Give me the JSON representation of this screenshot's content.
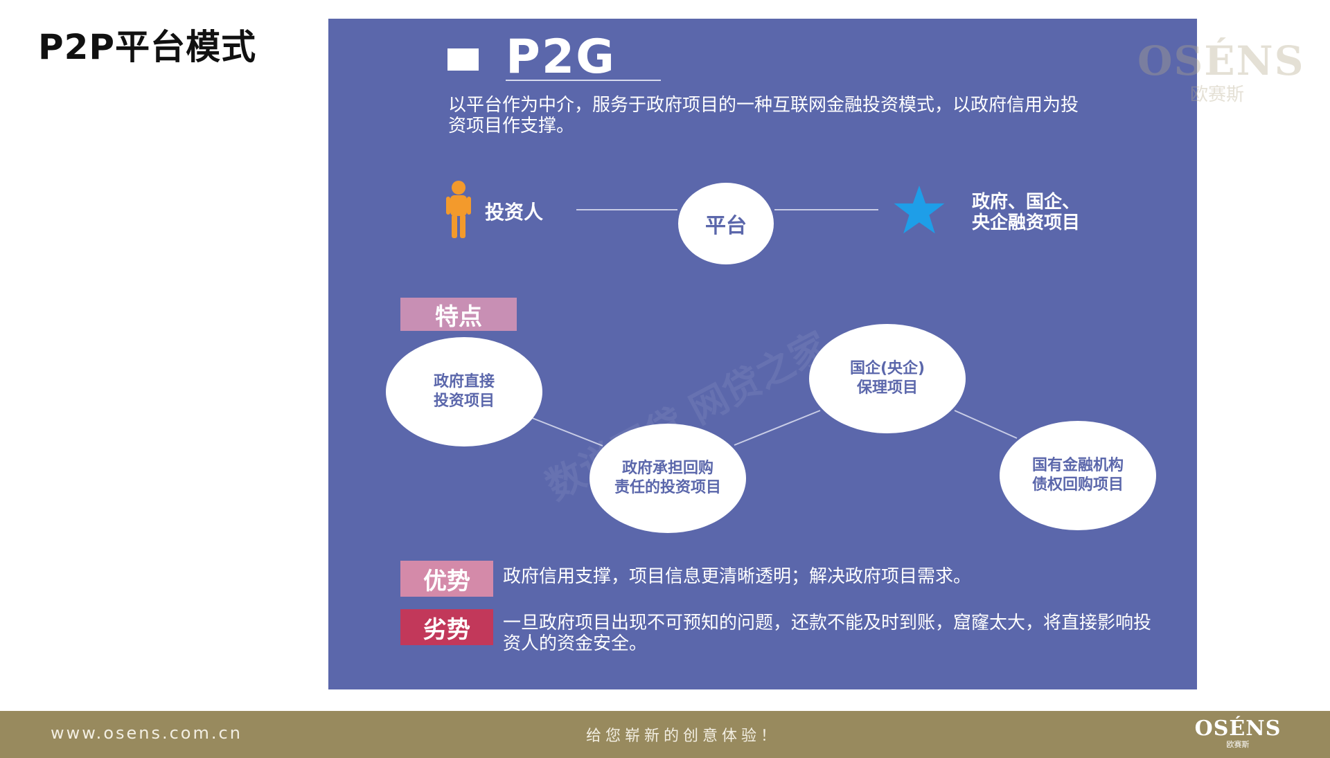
{
  "slide": {
    "title": "P2P平台模式"
  },
  "panel": {
    "heading": "P2G",
    "description": "以平台作为中介，服务于政府项目的一种互联网金融投资模式，以政府信用为投资项目作支撑。",
    "flow": {
      "investor": "投资人",
      "platform": "平台",
      "gov_line1": "政府、国企、",
      "gov_line2": "央企融资项目"
    },
    "features_label": "特点",
    "features": [
      {
        "line1": "政府直接",
        "line2": "投资项目"
      },
      {
        "line1": "政府承担回购",
        "line2": "责任的投资项目"
      },
      {
        "line1": "国企(央企)",
        "line2": "保理项目"
      },
      {
        "line1": "国有金融机构",
        "line2": "债权回购项目"
      }
    ],
    "advantage_label": "优势",
    "advantage_text": "政府信用支撑，项目信息更清晰透明；解决政府项目需求。",
    "disadvantage_label": "劣势",
    "disadvantage_text": "一旦政府项目出现不可预知的问题，还款不能及时到账，窟窿太大，将直接影响投资人的资金安全。",
    "watermark": "数说网贷 网贷之家"
  },
  "logo": {
    "word": "OSÉNS",
    "sub": "欧赛斯"
  },
  "footer": {
    "url": "www.osens.com.cn",
    "slogan": "给您崭新的创意体验！",
    "logo_word": "OSÉNS",
    "logo_sub": "欧赛斯"
  },
  "colors": {
    "panel": "#5b67ab",
    "footer": "#988a5e",
    "person": "#f39a2c",
    "star": "#1e9ee8",
    "feature_tag": "#c88fb4",
    "advantage_tag": "#d48aa9",
    "disadvantage_tag": "#c2385a"
  }
}
